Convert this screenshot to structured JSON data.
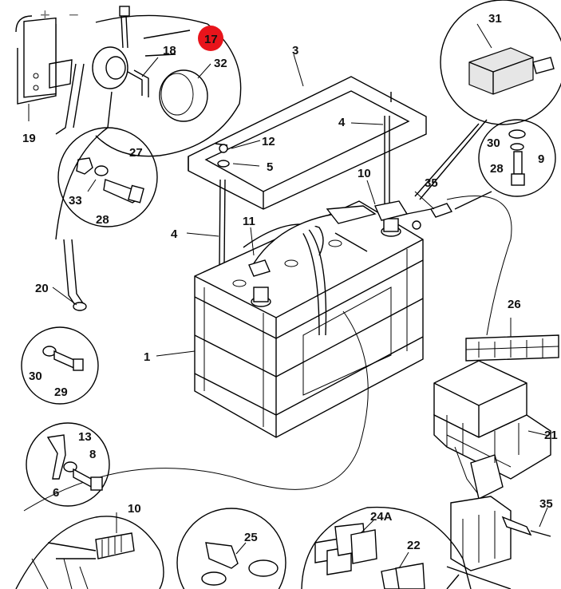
{
  "controls": {
    "zoom_in": "+",
    "zoom_out": "−"
  },
  "callouts": {
    "c1": "1",
    "c3": "3",
    "c4a": "4",
    "c4b": "4",
    "c5": "5",
    "c6": "6",
    "c8": "8",
    "c9": "9",
    "c10a": "10",
    "c10b": "10",
    "c11": "11",
    "c12": "12",
    "c13": "13",
    "c17": "17",
    "c18": "18",
    "c19": "19",
    "c20": "20",
    "c21": "21",
    "c22": "22",
    "c24a": "24A",
    "c25": "25",
    "c26": "26",
    "c27": "27",
    "c28a": "28",
    "c28b": "28",
    "c29": "29",
    "c30a": "30",
    "c30b": "30",
    "c31": "31",
    "c32": "32",
    "c33": "33",
    "c35a": "35",
    "c35b": "35"
  },
  "colors": {
    "highlight_marker": "#e8141b",
    "linework": "#000000",
    "shading": "#e6e6e6"
  },
  "icons": {
    "zoom_in": "plus-icon",
    "zoom_out": "minus-icon"
  }
}
